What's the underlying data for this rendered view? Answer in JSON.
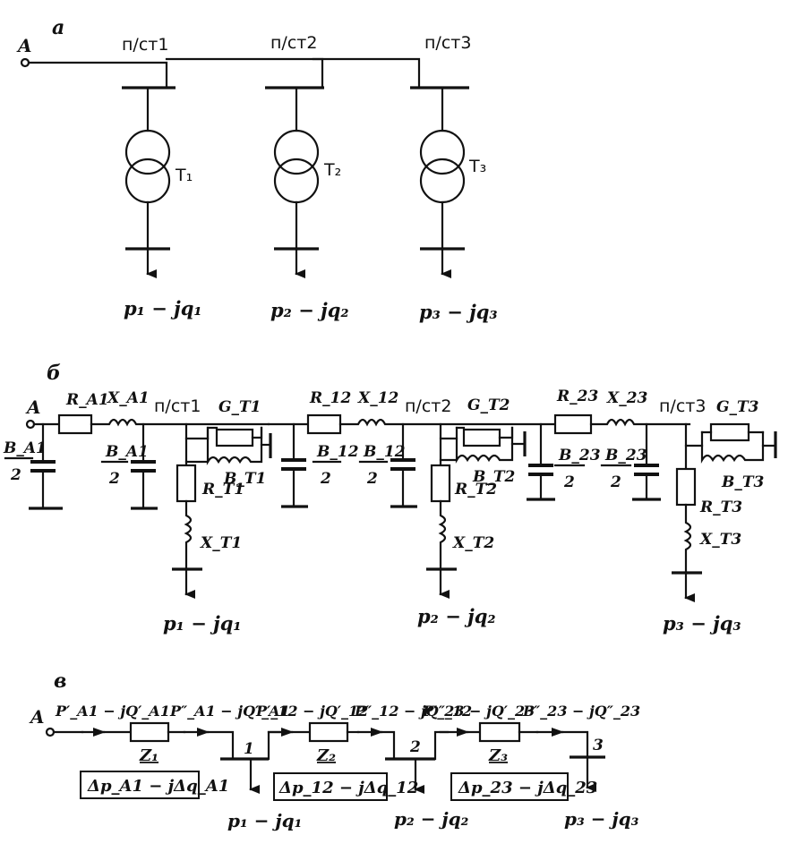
{
  "part_a": {
    "label": "а",
    "source": "A",
    "substations": [
      "п/ст1",
      "п/ст2",
      "п/ст3"
    ],
    "transformers": [
      "T₁",
      "T₂",
      "T₃"
    ],
    "loads": [
      "p₁ − jq₁",
      "p₂ − jq₂",
      "p₃ − jq₃"
    ]
  },
  "part_b": {
    "label": "б",
    "source": "A",
    "line_A1": {
      "R": "R_A1",
      "X": "X_A1",
      "B_left_num": "B_A1",
      "B_right_num": "B_A1",
      "den": "2"
    },
    "line_12": {
      "R": "R_12",
      "X": "X_12",
      "B_left_num": "B_12",
      "B_right_num": "B_12",
      "den": "2"
    },
    "line_23": {
      "R": "R_23",
      "X": "X_23",
      "B_left_num": "B_23",
      "B_right_num": "B_23",
      "den": "2"
    },
    "substations": [
      "п/ст1",
      "п/ст2",
      "п/ст3"
    ],
    "G": [
      "G_T1",
      "G_T2",
      "G_T3"
    ],
    "B": [
      "B_T1",
      "B_T2",
      "B_T3"
    ],
    "RT": [
      "R_T1",
      "R_T2",
      "R_T3"
    ],
    "XT": [
      "X_T1",
      "X_T2",
      "X_T3"
    ],
    "loads": [
      "p₁ − jq₁",
      "p₂ − jq₂",
      "p₃ − jq₃"
    ]
  },
  "part_c": {
    "label": "в",
    "source": "A",
    "flows": [
      "P′_A1 − jQ′_A1",
      "P″_A1 − jQ″_A1",
      "P′_12 − jQ′_12",
      "P″_12 − jQ″_12",
      "P′_23 − jQ′_23",
      "P″_23 − jQ″_23"
    ],
    "impedances": [
      "Z₁",
      "Z₂",
      "Z₃"
    ],
    "losses": [
      "Δp_A1 − jΔq_A1",
      "Δp_12 − jΔq_12",
      "Δp_23 − jΔq_23"
    ],
    "nodes": [
      "1",
      "2",
      "3"
    ],
    "loads": [
      "p₁ − jq₁",
      "p₂ − jq₂",
      "p₃ − jq₃"
    ]
  }
}
